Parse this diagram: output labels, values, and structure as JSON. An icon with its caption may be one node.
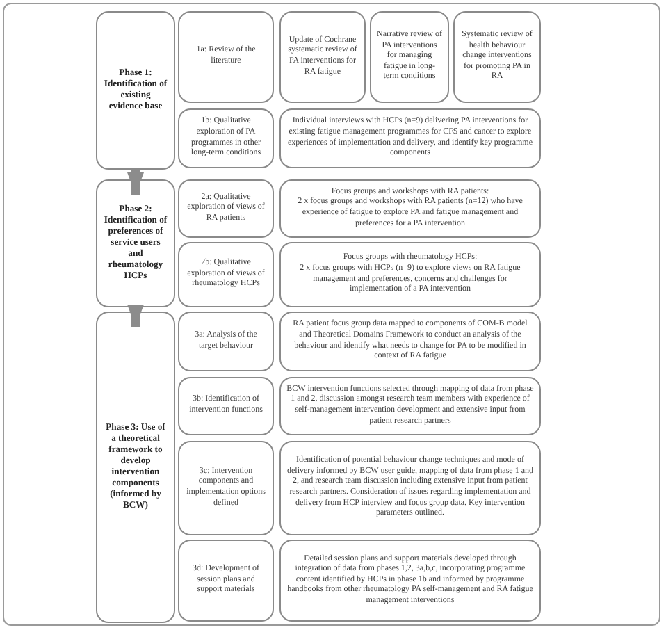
{
  "diagram": {
    "nodes": [
      {
        "text": [
          "Phase 1: Identification of existing evidence base"
        ]
      },
      {
        "text": [
          "1a: Review of the literature"
        ]
      },
      {
        "text": [
          "Update of Cochrane systematic review of PA interventions for RA fatigue"
        ]
      },
      {
        "text": [
          "Narrative review of PA interventions for managing fatigue in long-term conditions"
        ]
      },
      {
        "text": [
          "Systematic review of health behaviour change interventions for promoting PA in RA"
        ]
      },
      {
        "text": [
          "1b: Qualitative exploration of PA programmes in other long-term conditions"
        ]
      },
      {
        "text": [
          "Individual interviews with HCPs (n=9) delivering PA interventions for existing fatigue management programmes for CFS and cancer to explore experiences of implementation and delivery, and identify key programme components"
        ]
      },
      {
        "text": [
          "Phase 2: Identification of preferences of service users and rheumatology HCPs"
        ]
      },
      {
        "text": [
          "2a: Qualitative exploration of views of RA patients"
        ]
      },
      {
        "text": [
          "Focus groups and workshops with RA patients:",
          "2 x focus groups and workshops with RA patients (n=12) who have experience of fatigue to explore PA and fatigue management and preferences for a PA intervention"
        ]
      },
      {
        "text": [
          "2b: Qualitative exploration of views of rheumatology HCPs"
        ]
      },
      {
        "text": [
          "Focus groups with rheumatology HCPs:",
          "2 x focus groups with HCPs (n=9) to explore views on RA fatigue management and preferences, concerns and challenges for implementation of a PA intervention"
        ]
      },
      {
        "text": [
          "Phase 3: Use of a theoretical framework to develop intervention components (informed by BCW)"
        ]
      },
      {
        "text": [
          "3a: Analysis of the target behaviour"
        ]
      },
      {
        "text": [
          "RA patient focus group data mapped to components of COM-B model and Theoretical Domains Framework to conduct an analysis of the behaviour and identify what needs to change for PA to be modified in context of RA fatigue"
        ]
      },
      {
        "text": [
          "3b: Identification of intervention functions"
        ]
      },
      {
        "text": [
          "BCW intervention functions selected through mapping of data from phase 1 and 2, discussion amongst research team members with experience of self-management intervention development and extensive input from patient research partners"
        ]
      },
      {
        "text": [
          "3c: Intervention components and implementation options defined"
        ]
      },
      {
        "text": [
          "Identification of potential behaviour change techniques and mode of delivery informed by BCW user guide, mapping of data from phase 1 and 2, and research team discussion including extensive input from patient research partners. Consideration of issues regarding implementation and delivery from HCP interview and focus group data. Key intervention parameters outlined."
        ]
      },
      {
        "text": [
          "3d: Development of session plans and support materials"
        ]
      },
      {
        "text": [
          "Detailed session plans and support materials developed through integration of data from phases 1,2, 3a,b,c, incorporating programme content identified by HCPs in phase 1b and informed by programme handbooks from other rheumatology PA self-management and RA fatigue management interventions"
        ]
      }
    ],
    "edges": [
      {
        "from": 0,
        "to": 7,
        "arrow": "to"
      },
      {
        "from": 7,
        "to": 12,
        "arrow": "to"
      }
    ]
  }
}
